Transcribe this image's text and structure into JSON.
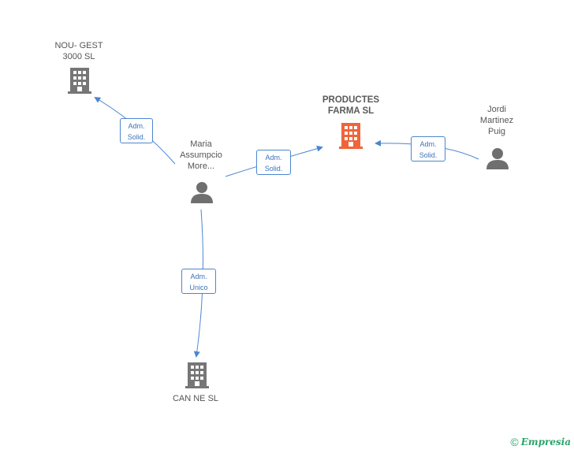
{
  "colors": {
    "company": "#767676",
    "main_company": "#f0643a",
    "person": "#6f6f6f",
    "edge": "#4a86d0",
    "brand": "#2aa36b"
  },
  "nodes": {
    "nou_gest": {
      "line1": "NOU- GEST",
      "line2": "3000 SL",
      "icon": "building-icon"
    },
    "productes": {
      "line1": "PRODUCTES",
      "line2": "FARMA SL",
      "icon": "building-icon"
    },
    "maria": {
      "line1": "Maria",
      "line2": "Assumpcio",
      "line3": "More...",
      "icon": "person-icon"
    },
    "jordi": {
      "line1": "Jordi",
      "line2": "Martinez",
      "line3": "Puig",
      "icon": "person-icon"
    },
    "canne": {
      "line1": "CAN NE SL",
      "icon": "building-icon"
    }
  },
  "edges": {
    "maria_nougest": {
      "line1": "Adm.",
      "line2": "Solid."
    },
    "maria_productes": {
      "line1": "Adm.",
      "line2": "Solid."
    },
    "jordi_productes": {
      "line1": "Adm.",
      "line2": "Solid."
    },
    "maria_canne": {
      "line1": "Adm.",
      "line2": "Unico"
    }
  },
  "footer": {
    "copyright": "©",
    "brand": "Empresia"
  }
}
